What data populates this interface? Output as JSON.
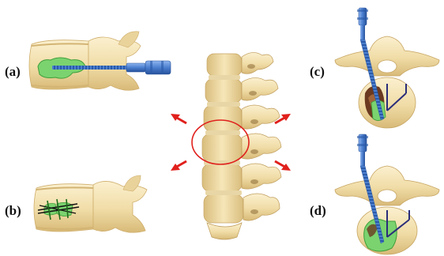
{
  "panels": {
    "a": {
      "label": "(a)"
    },
    "b": {
      "label": "(b)"
    },
    "c": {
      "label": "(c)"
    },
    "d": {
      "label": "(d)"
    }
  },
  "colors": {
    "bone": "#f1dfad",
    "bone_shade": "#d9bd7d",
    "bone_dark": "#b8975a",
    "cement": "#7bd36f",
    "cement_dark": "#3f9e3a",
    "screw": "#4b7fcf",
    "screw_dark": "#27519a",
    "arrow": "#e0201c",
    "highlight_circle": "#e0201c",
    "guide_lines": "#2b2d7a",
    "lesion": "#6b3a20"
  },
  "icons": [
    "expansion-arrow-icon",
    "pedicle-screw-icon",
    "bone-cement-icon"
  ]
}
